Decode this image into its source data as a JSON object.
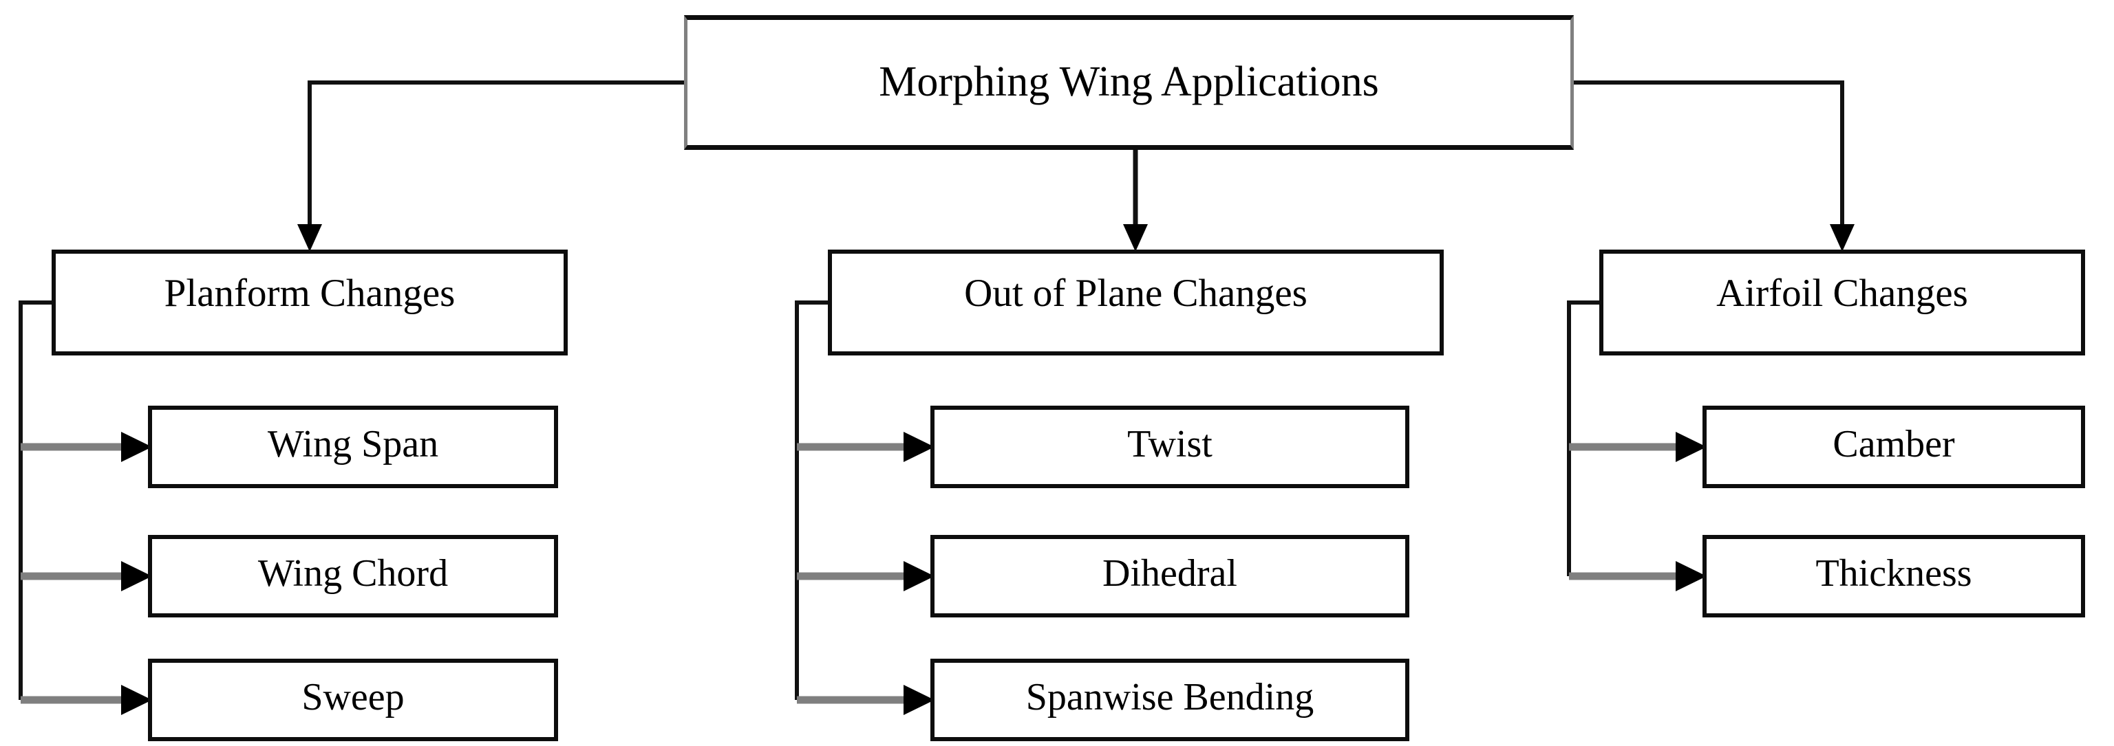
{
  "diagram": {
    "type": "flowchart-hierarchy",
    "title": "Morphing Wing Applications",
    "branches": [
      {
        "label": "Planform Changes",
        "children": [
          "Wing Span",
          "Wing Chord",
          "Sweep"
        ]
      },
      {
        "label": "Out of Plane Changes",
        "children": [
          "Twist",
          "Dihedral",
          "Spanwise Bending"
        ]
      },
      {
        "label": "Airfoil Changes",
        "children": [
          "Camber",
          "Thickness"
        ]
      }
    ],
    "colors": {
      "background": "#ffffff",
      "box_fill": "#ffffff",
      "box_border": "#0d0d0d",
      "root_side_border": "#808080",
      "connector_line": "#111111",
      "branch_arrow_shaft": "#7f7f7f",
      "arrowhead": "#000000",
      "text": "#000000"
    }
  }
}
